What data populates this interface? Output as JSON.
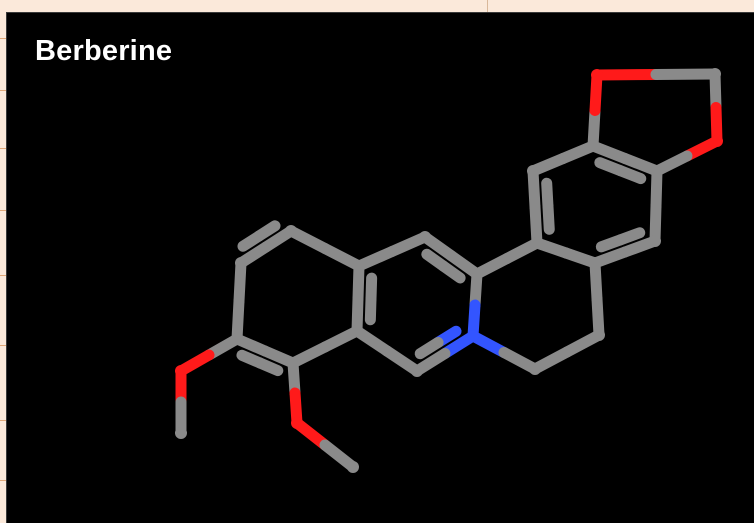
{
  "title": "Berberine",
  "colors": {
    "background": "#000000",
    "carbon": "#8a8a8a",
    "oxygen": "#ff1a1a",
    "nitrogen": "#3355ff",
    "frame": "#fbe9da"
  },
  "atom_symbols": [
    "C",
    "O",
    "N"
  ]
}
